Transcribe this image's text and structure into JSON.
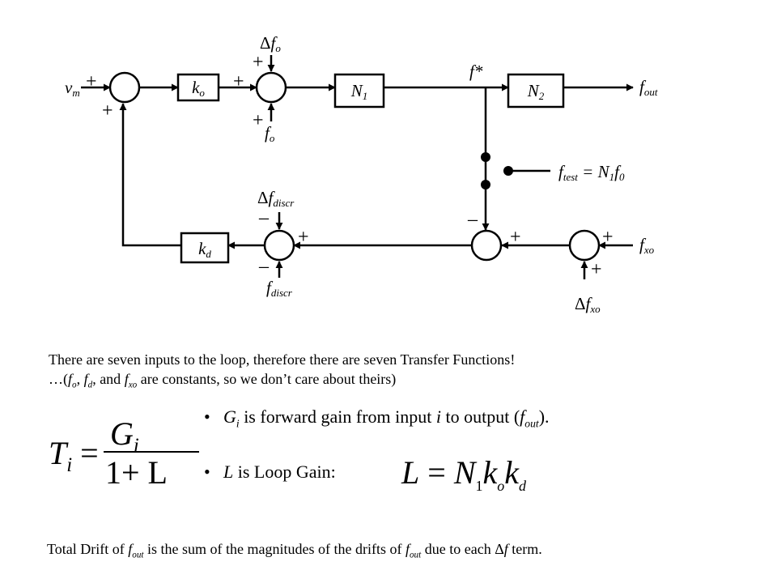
{
  "diagram": {
    "blocks": {
      "ko": {
        "base": "k",
        "sub": "o"
      },
      "n1": {
        "base": "N",
        "sub": "1"
      },
      "n2": {
        "base": "N",
        "sub": "2"
      },
      "kd": {
        "base": "k",
        "sub": "d"
      }
    },
    "labels": {
      "vm": {
        "base": "v",
        "sub": "m"
      },
      "delta_fo": {
        "delta": "Δ",
        "base": "f",
        "sub": "o"
      },
      "fo": {
        "base": "f",
        "sub": "o"
      },
      "fstar": "f*",
      "fout": {
        "base": "f",
        "sub": "out"
      },
      "ftest": {
        "base": "f",
        "sub": "test",
        "eq": " = N",
        "eq_sub": "1",
        "tail": "f",
        "tail_sub": "0"
      },
      "delta_fdiscr": {
        "delta": "Δ",
        "base": "f",
        "sub": "discr"
      },
      "fdiscr": {
        "base": "f",
        "sub": "discr"
      },
      "fxo": {
        "base": "f",
        "sub": "xo"
      },
      "delta_fxo": {
        "delta": "Δ",
        "base": "f",
        "sub": "xo"
      }
    },
    "signs": {
      "plus": "+",
      "minus": "–"
    }
  },
  "text": {
    "para_line1": "There are seven inputs to the loop, therefore there are seven Transfer Functions!",
    "para_line2": {
      "pre": "…(",
      "f1": "f",
      "f1_sub": "o",
      "sep1": ", ",
      "f2": "f",
      "f2_sub": "d",
      "sep2": ", and ",
      "f3": "f",
      "f3_sub": "xo",
      "post": " are constants, so we don’t care about theirs)"
    },
    "bullet_dot": "•",
    "bullet1": {
      "g": "G",
      "g_sub": "i",
      "mid": " is forward gain from input ",
      "i": "i",
      "mid2": " to output (",
      "f": "f",
      "f_sub": "out",
      "end": ")."
    },
    "bullet2": {
      "l": "L",
      "rest": " is Loop Gain:"
    },
    "formula": {
      "lhs": "T",
      "lhs_sub": "i",
      "eq": " = ",
      "num": "G",
      "num_sub": "i",
      "den": "1+ L"
    },
    "loop_gain": {
      "lhs": "L",
      "eq": " = ",
      "n": "N",
      "n_sub": "1",
      "k1": "k",
      "k1_sub": "o",
      "k2": "k",
      "k2_sub": "d"
    },
    "footer": {
      "pre": "Total Drift of ",
      "f1": "f",
      "f1_sub": "out",
      "mid": " is the sum of the magnitudes of the drifts of ",
      "f2": "f",
      "f2_sub": "out",
      "mid2": " due to each ",
      "delta": "Δ",
      "f3": "f",
      "end": " term."
    }
  }
}
